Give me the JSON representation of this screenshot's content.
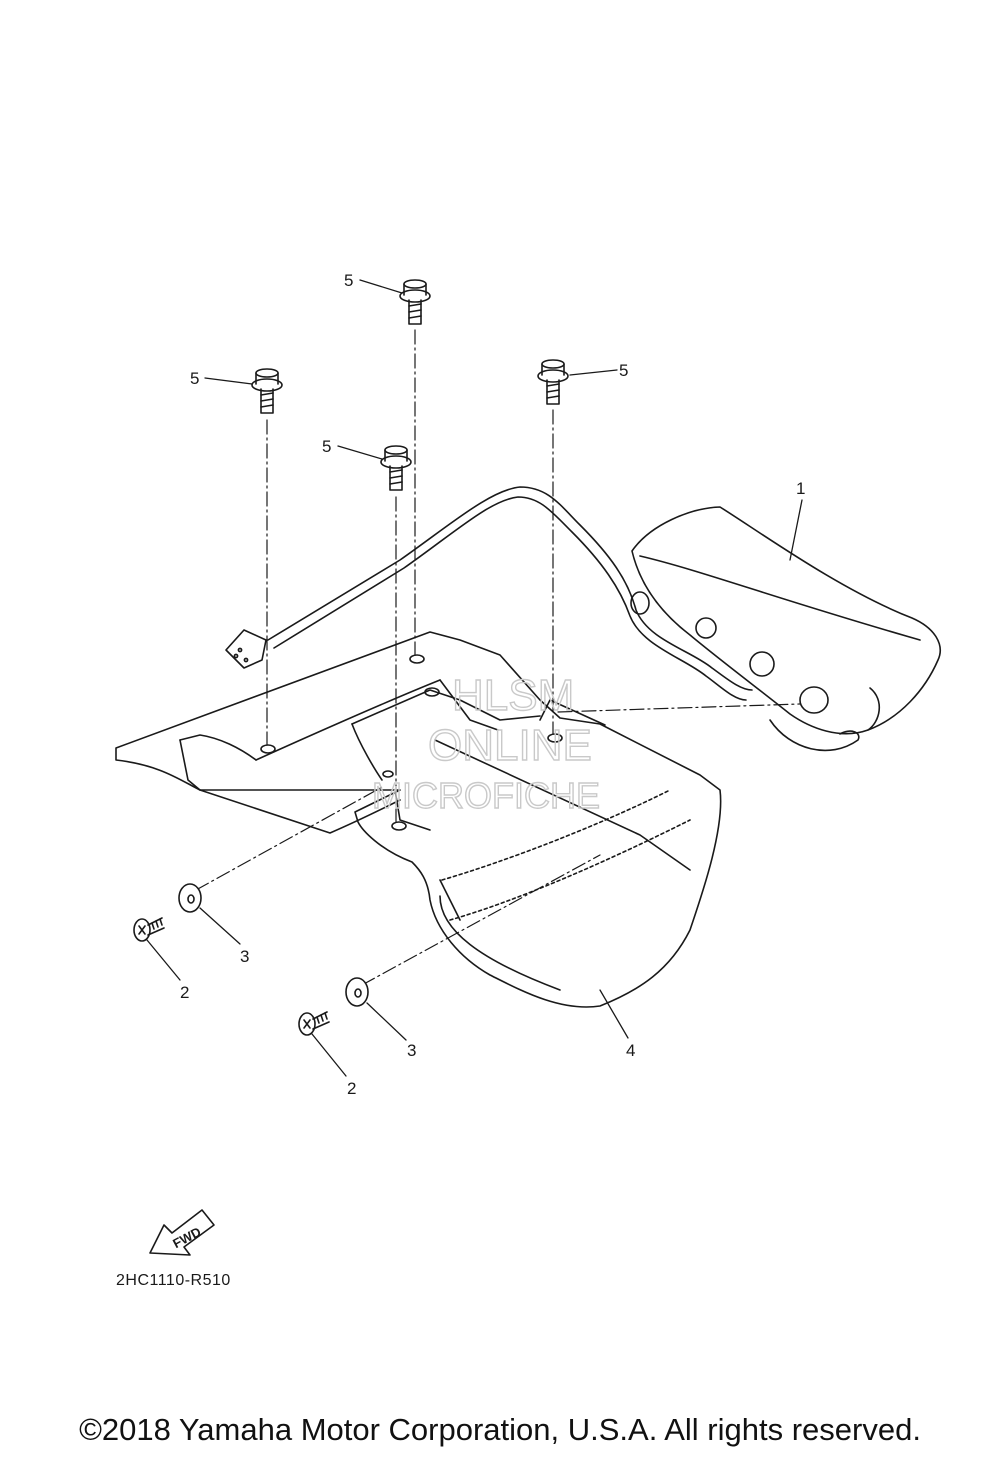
{
  "diagram_code": "2HC1110-R510",
  "fwd_arrow_label": "FWD",
  "watermark": {
    "line1": "HLSM",
    "line2": "ONLINE",
    "line3": "MICROFICHE"
  },
  "callouts": {
    "part_1": "1",
    "part_2a": "2",
    "part_2b": "2",
    "part_3a": "3",
    "part_3b": "3",
    "part_4": "4",
    "part_5a": "5",
    "part_5b": "5",
    "part_5c": "5",
    "part_5d": "5"
  },
  "copyright": "©2018 Yamaha Motor Corporation, U.S.A. All rights reserved."
}
